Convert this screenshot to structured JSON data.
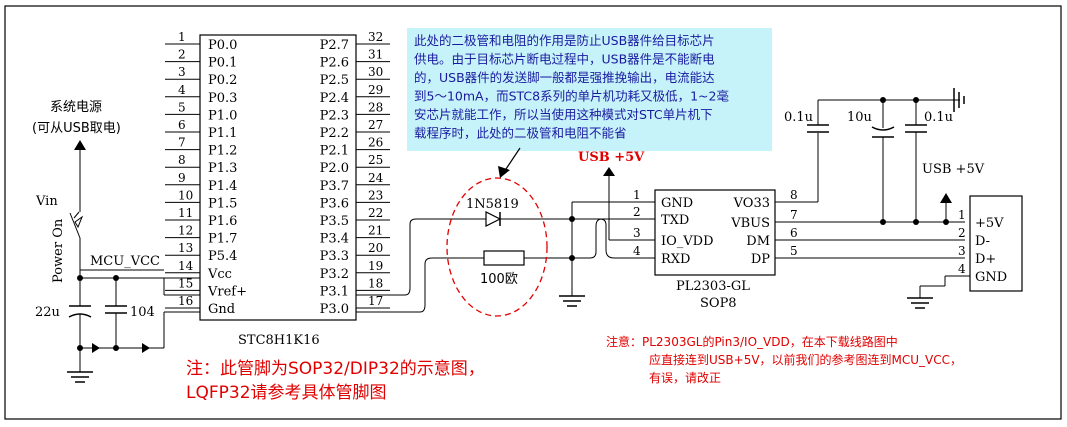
{
  "mcu": {
    "name": "STC8H1K16",
    "left_pins": [
      {
        "num": "1",
        "name": "P0.0"
      },
      {
        "num": "2",
        "name": "P0.1"
      },
      {
        "num": "3",
        "name": "P0.2"
      },
      {
        "num": "4",
        "name": "P0.3"
      },
      {
        "num": "5",
        "name": "P1.0"
      },
      {
        "num": "6",
        "name": "P1.1"
      },
      {
        "num": "7",
        "name": "P1.2"
      },
      {
        "num": "8",
        "name": "P1.3"
      },
      {
        "num": "9",
        "name": "P1.4"
      },
      {
        "num": "10",
        "name": "P1.5"
      },
      {
        "num": "11",
        "name": "P1.6"
      },
      {
        "num": "12",
        "name": "P1.7"
      },
      {
        "num": "13",
        "name": "P5.4"
      },
      {
        "num": "14",
        "name": "Vcc"
      },
      {
        "num": "15",
        "name": "Vref+"
      },
      {
        "num": "16",
        "name": "Gnd"
      }
    ],
    "right_pins": [
      {
        "num": "32",
        "name": "P2.7"
      },
      {
        "num": "31",
        "name": "P2.6"
      },
      {
        "num": "30",
        "name": "P2.5"
      },
      {
        "num": "29",
        "name": "P2.4"
      },
      {
        "num": "28",
        "name": "P2.3"
      },
      {
        "num": "27",
        "name": "P2.2"
      },
      {
        "num": "26",
        "name": "P2.1"
      },
      {
        "num": "25",
        "name": "P2.0"
      },
      {
        "num": "24",
        "name": "P3.7"
      },
      {
        "num": "23",
        "name": "P3.6"
      },
      {
        "num": "22",
        "name": "P3.5"
      },
      {
        "num": "21",
        "name": "P3.4"
      },
      {
        "num": "20",
        "name": "P3.3"
      },
      {
        "num": "19",
        "name": "P3.2"
      },
      {
        "num": "18",
        "name": "P3.1"
      },
      {
        "num": "17",
        "name": "P3.0"
      }
    ]
  },
  "power": {
    "source_line1": "系统电源",
    "source_line2": "(可从USB取电)",
    "vin": "Vin",
    "power_on": "Power On",
    "mcu_vcc": "MCU_VCC",
    "cap_22u": "22u",
    "cap_104": "104"
  },
  "bridge": {
    "name": "PL2303-GL",
    "package": "SOP8",
    "left_pins": [
      {
        "num": "1",
        "name": "GND"
      },
      {
        "num": "2",
        "name": "TXD"
      },
      {
        "num": "3",
        "name": "IO_VDD"
      },
      {
        "num": "4",
        "name": "RXD"
      }
    ],
    "right_pins": [
      {
        "num": "8",
        "name": "VO33"
      },
      {
        "num": "7",
        "name": "VBUS"
      },
      {
        "num": "6",
        "name": "DM"
      },
      {
        "num": "5",
        "name": "DP"
      }
    ]
  },
  "parts": {
    "diode": "1N5819",
    "resistor": "100欧",
    "usb_5v_red": "USB +5V",
    "cap_left": "0.1u",
    "cap_mid": "10u",
    "cap_right": "0.1u",
    "usb_5v_right": "USB +5V"
  },
  "usb_connector": {
    "pins": [
      {
        "num": "1",
        "name": "+5V"
      },
      {
        "num": "2",
        "name": "D-"
      },
      {
        "num": "3",
        "name": "D+"
      },
      {
        "num": "4",
        "name": "GND"
      }
    ]
  },
  "notes": {
    "info_lines": [
      "此处的二极管和电阻的作用是防止USB器件给目标芯片",
      "供电。由于目标芯片断电过程中，USB器件是不能断电",
      "的，USB器件的发送脚一般都是强推挽输出，电流能达",
      "到5～10mA，而STC8系列的单片机功耗又极低，1~2毫",
      "安芯片就能工作，所以当使用这种模式对STC单片机下",
      "载程序时，此处的二极管和电阻不能省"
    ],
    "pin_note_line1": "注：此管脚为SOP32/DIP32的示意图，",
    "pin_note_line2": "LQFP32请参考具体管脚图",
    "pl_note_lines": [
      "注意：PL2303GL的Pin3/IO_VDD，在本下载线路图中",
      "应直接连到USB+5V，以前我们的参考图连到MCU_VCC，",
      "有误，请改正"
    ]
  }
}
